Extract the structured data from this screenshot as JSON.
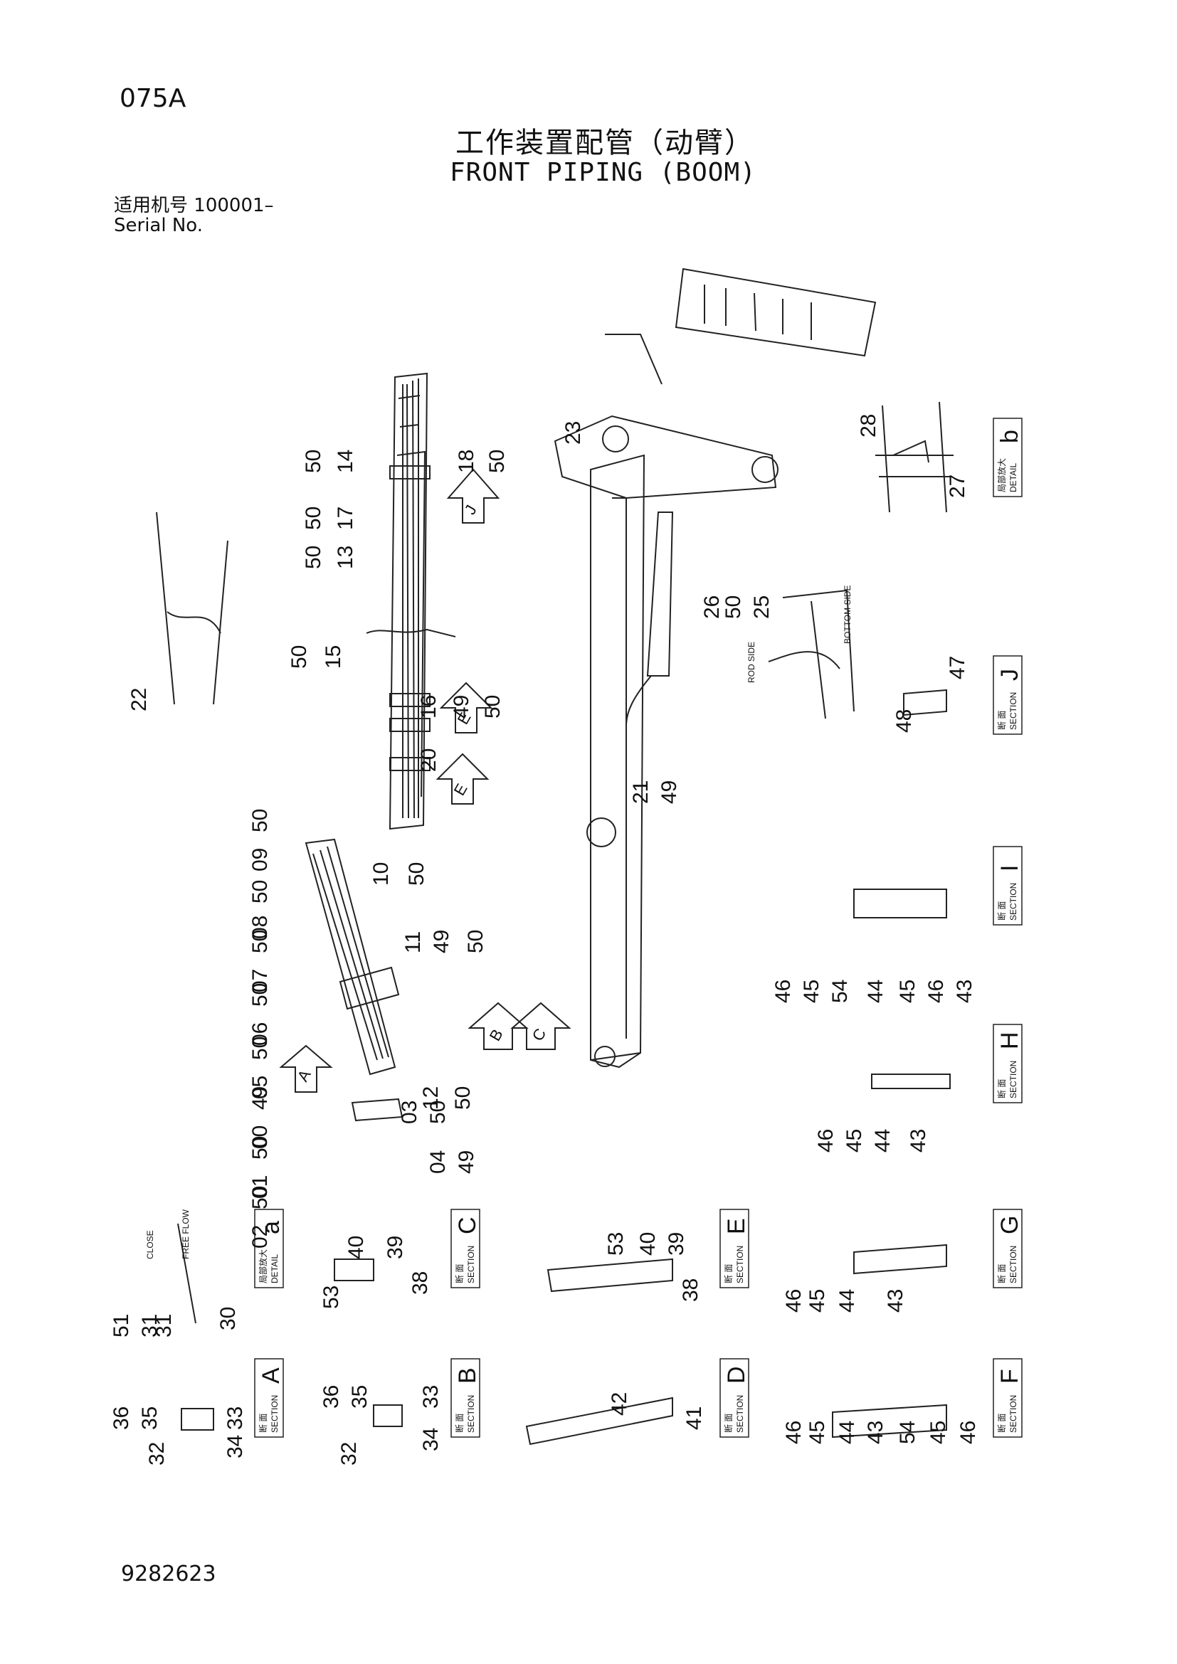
{
  "page_code": "075A",
  "title_cn": "工作装置配管（动臂）",
  "title_en": "FRONT PIPING (BOOM)",
  "serial_label_cn": "适用机号",
  "serial_number": "100001–",
  "serial_label_en": "Serial No.",
  "footer_number": "9282623",
  "section_word_cn": "断 面",
  "section_word_en": "SECTION",
  "detail_word_cn": "局部放大",
  "detail_word_en": "DETAIL",
  "view_letters": [
    "A",
    "B",
    "C",
    "D",
    "E",
    "F",
    "G",
    "H",
    "I",
    "J",
    "a",
    "b"
  ],
  "callouts": [
    "50",
    "14",
    "18",
    "17",
    "13",
    "15",
    "16",
    "49",
    "20",
    "09",
    "10",
    "08",
    "07",
    "06",
    "05",
    "11",
    "00",
    "12",
    "03",
    "01",
    "04",
    "02",
    "22",
    "23",
    "28",
    "27",
    "26",
    "25",
    "21",
    "47",
    "48",
    "46",
    "45",
    "54",
    "44",
    "43",
    "53",
    "40",
    "39",
    "38",
    "51",
    "31",
    "30",
    "36",
    "35",
    "33",
    "32",
    "34",
    "42",
    "41"
  ],
  "small_notes": [
    "ROD SIDE",
    "BOTTOM SIDE",
    "CLOSE",
    "FREE FLOW"
  ]
}
